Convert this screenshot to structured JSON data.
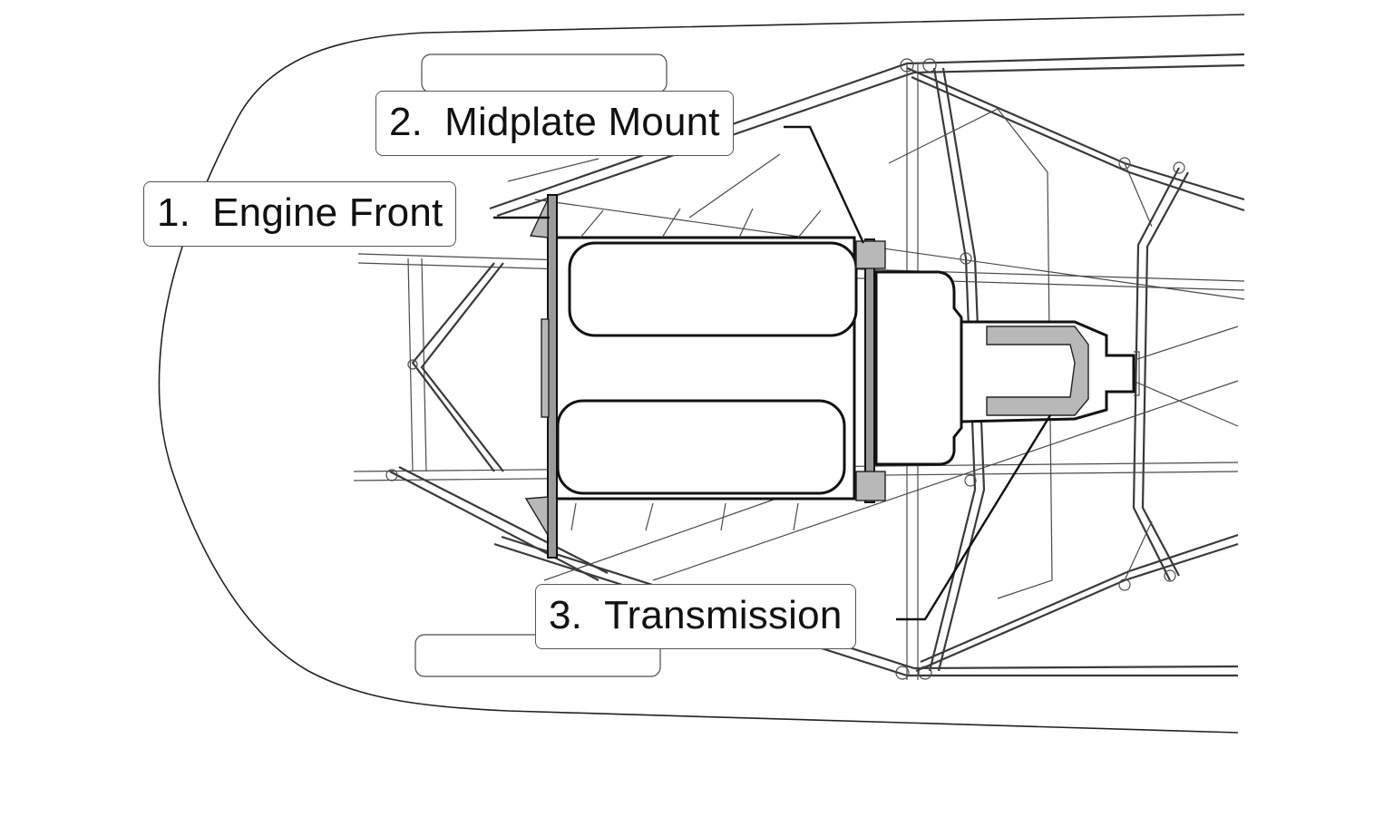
{
  "diagram": {
    "callouts": [
      {
        "number": "1.",
        "label": "Engine Front"
      },
      {
        "number": "2.",
        "label": "Midplate Mount"
      },
      {
        "number": "3.",
        "label": "Transmission"
      }
    ]
  }
}
